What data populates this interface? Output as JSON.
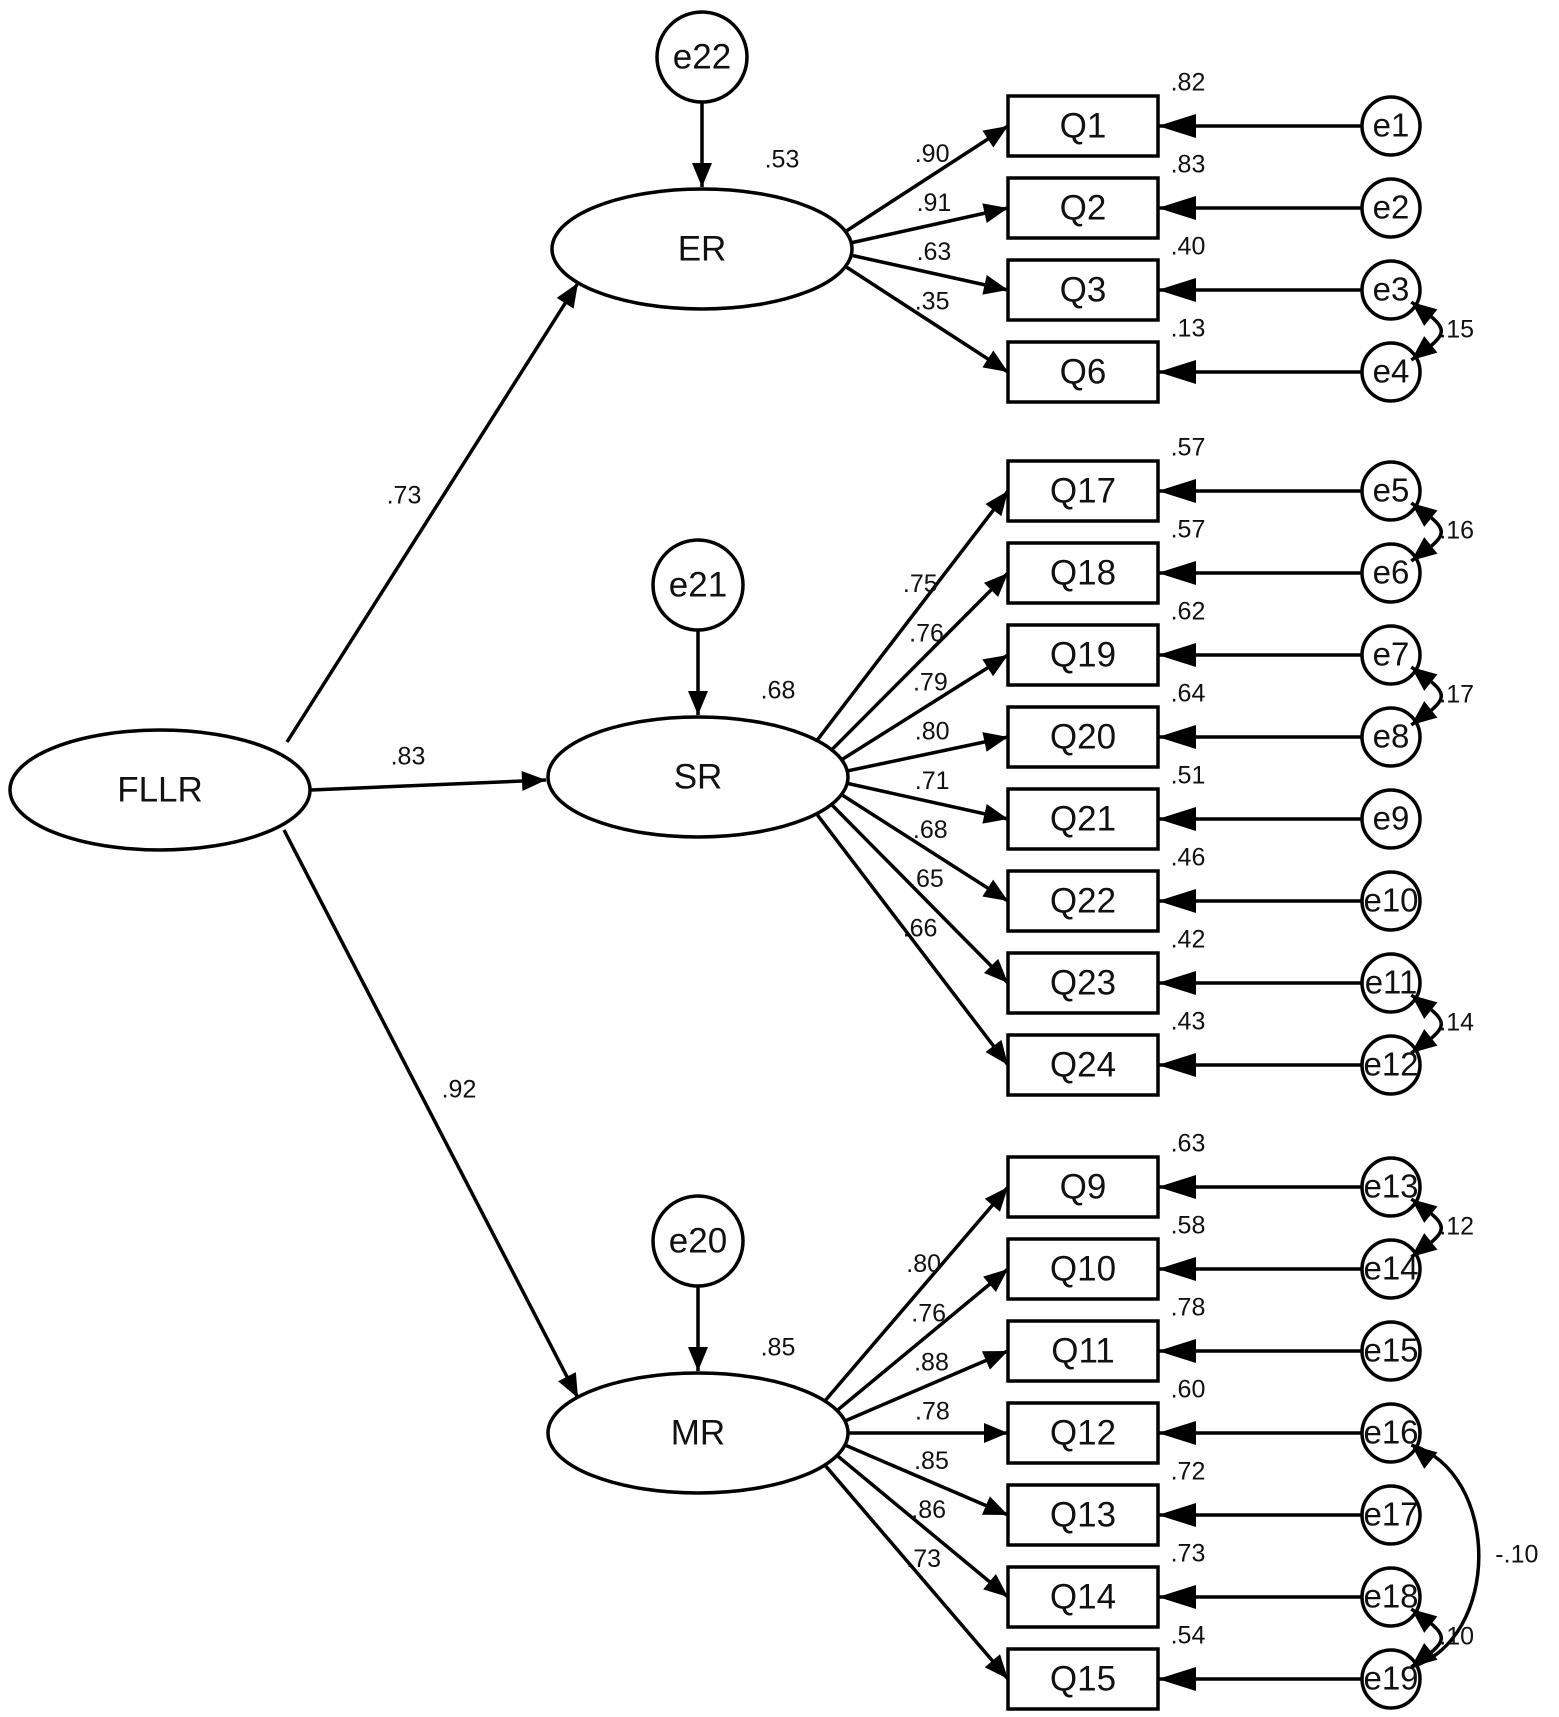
{
  "colors": {
    "line": "#000000",
    "text": "#111111",
    "background": "#ffffff"
  },
  "latents": [
    {
      "id": "FLLR",
      "label": "FLLR"
    },
    {
      "id": "ER",
      "label": "ER",
      "r2": ".53"
    },
    {
      "id": "SR",
      "label": "SR",
      "r2": ".68"
    },
    {
      "id": "MR",
      "label": "MR",
      "r2": ".85"
    }
  ],
  "structural_paths": [
    {
      "from": "FLLR",
      "to": "ER",
      "coef": ".73"
    },
    {
      "from": "FLLR",
      "to": "SR",
      "coef": ".83"
    },
    {
      "from": "FLLR",
      "to": "MR",
      "coef": ".92"
    }
  ],
  "disturbances": [
    {
      "label": "e22",
      "to": "ER"
    },
    {
      "label": "e21",
      "to": "SR"
    },
    {
      "label": "e20",
      "to": "MR"
    }
  ],
  "indicators": [
    {
      "label": "Q1",
      "factor": "ER",
      "loading": ".90",
      "r2": ".82",
      "error": "e1"
    },
    {
      "label": "Q2",
      "factor": "ER",
      "loading": ".91",
      "r2": ".83",
      "error": "e2"
    },
    {
      "label": "Q3",
      "factor": "ER",
      "loading": ".63",
      "r2": ".40",
      "error": "e3"
    },
    {
      "label": "Q6",
      "factor": "ER",
      "loading": ".35",
      "r2": ".13",
      "error": "e4"
    },
    {
      "label": "Q17",
      "factor": "SR",
      "loading": ".75",
      "r2": ".57",
      "error": "e5"
    },
    {
      "label": "Q18",
      "factor": "SR",
      "loading": ".76",
      "r2": ".57",
      "error": "e6"
    },
    {
      "label": "Q19",
      "factor": "SR",
      "loading": ".79",
      "r2": ".62",
      "error": "e7"
    },
    {
      "label": "Q20",
      "factor": "SR",
      "loading": ".80",
      "r2": ".64",
      "error": "e8"
    },
    {
      "label": "Q21",
      "factor": "SR",
      "loading": ".71",
      "r2": ".51",
      "error": "e9"
    },
    {
      "label": "Q22",
      "factor": "SR",
      "loading": ".68",
      "r2": ".46",
      "error": "e10"
    },
    {
      "label": "Q23",
      "factor": "SR",
      "loading": ".65",
      "r2": ".42",
      "error": "e11"
    },
    {
      "label": "Q24",
      "factor": "SR",
      "loading": ".66",
      "r2": ".43",
      "error": "e12"
    },
    {
      "label": "Q9",
      "factor": "MR",
      "loading": ".80",
      "r2": ".63",
      "error": "e13"
    },
    {
      "label": "Q10",
      "factor": "MR",
      "loading": ".76",
      "r2": ".58",
      "error": "e14"
    },
    {
      "label": "Q11",
      "factor": "MR",
      "loading": ".88",
      "r2": ".78",
      "error": "e15"
    },
    {
      "label": "Q12",
      "factor": "MR",
      "loading": ".78",
      "r2": ".60",
      "error": "e16"
    },
    {
      "label": "Q13",
      "factor": "MR",
      "loading": ".85",
      "r2": ".72",
      "error": "e17"
    },
    {
      "label": "Q14",
      "factor": "MR",
      "loading": ".86",
      "r2": ".73",
      "error": "e18"
    },
    {
      "label": "Q15",
      "factor": "MR",
      "loading": ".73",
      "r2": ".54",
      "error": "e19"
    }
  ],
  "covariances": [
    {
      "between": [
        "e3",
        "e4"
      ],
      "value": ".15"
    },
    {
      "between": [
        "e5",
        "e6"
      ],
      "value": ".16"
    },
    {
      "between": [
        "e7",
        "e8"
      ],
      "value": ".17"
    },
    {
      "between": [
        "e11",
        "e12"
      ],
      "value": ".14"
    },
    {
      "between": [
        "e13",
        "e14"
      ],
      "value": ".12"
    },
    {
      "between": [
        "e18",
        "e19"
      ],
      "value": ".10"
    },
    {
      "between": [
        "e16",
        "e19"
      ],
      "value": "-.10"
    }
  ]
}
